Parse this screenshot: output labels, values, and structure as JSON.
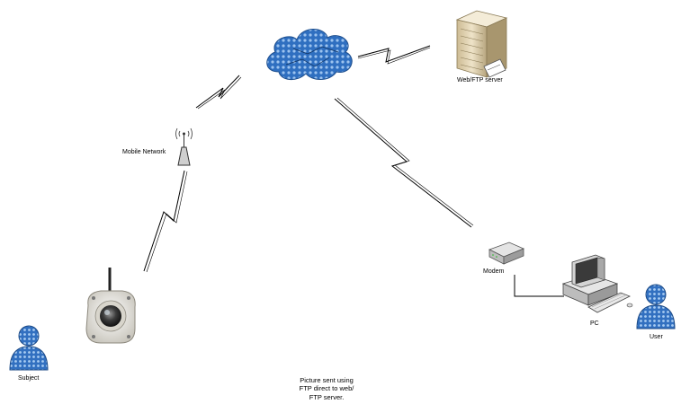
{
  "labels": {
    "mobile_network": "Mobile Network",
    "web_ftp_server": "Web/FTP server",
    "modem": "Modem",
    "pc": "PC",
    "user": "User",
    "subject": "Subject"
  },
  "caption": {
    "line1": "Picture sent using",
    "line2": "FTP direct to web/",
    "line3": "FTP server."
  },
  "icons": [
    "cloud-icon",
    "server-icon",
    "antenna-icon",
    "camera-icon",
    "modem-icon",
    "pc-icon",
    "person-icon"
  ],
  "colors": {
    "cloud_blue": "#2f6fc0",
    "person_blue": "#3a78c8",
    "server_beige": "#e8dcbf"
  }
}
